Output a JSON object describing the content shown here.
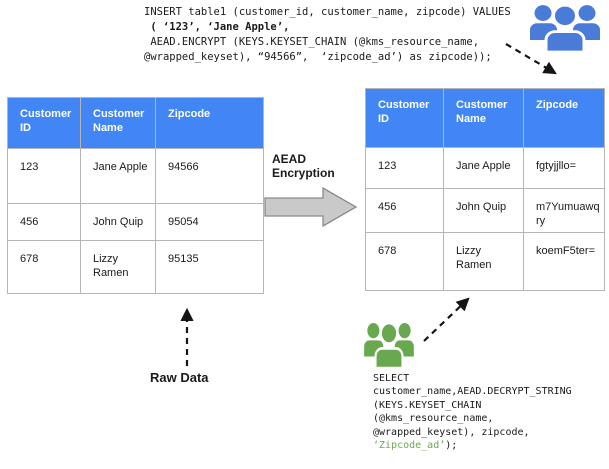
{
  "insert_query": {
    "lines": [
      "INSERT table1 (customer_id, customer_name, zipcode) VALUES",
      " ( ‘123’, ‘Jane Apple’,",
      " AEAD.ENCRYPT (KEYS.KEYSET_CHAIN (@kms_resource_name,",
      "@wrapped_keyset), “94566”,  ‘zipcode_ad’) as zipcode));"
    ]
  },
  "raw_table": {
    "headers": [
      "Customer ID",
      "Customer Name",
      "Zipcode"
    ],
    "rows": [
      [
        "123",
        "Jane Apple",
        "94566"
      ],
      [
        "456",
        "John Quip",
        "95054"
      ],
      [
        "678",
        "Lizzy Ramen",
        "95135"
      ]
    ]
  },
  "encrypted_table": {
    "headers": [
      "Customer ID",
      "Customer Name",
      "Zipcode"
    ],
    "rows": [
      [
        "123",
        "Jane Apple",
        "fgtyjjllo="
      ],
      [
        "456",
        "John Quip",
        "m7Yumuawqry"
      ],
      [
        "678",
        "Lizzy Ramen",
        "koemF5ter="
      ]
    ]
  },
  "transform_label": {
    "line1": "AEAD",
    "line2": "Encryption"
  },
  "raw_data_label": "Raw Data",
  "select_query": {
    "lines": [
      "SELECT",
      "customer_name,AEAD.DECRYPT_STRING",
      "(KEYS.KEYSET_CHAIN",
      "(@kms_resource_name,",
      "@wrapped_keyset), zipcode,"
    ],
    "highlighted": "‘Zipcode_ad’",
    "suffix": ");"
  },
  "icons": {
    "top_right": "users-group-icon (blue)",
    "bottom_middle": "users-group-icon (green)"
  },
  "colors": {
    "table_header_blue": "#4285f4",
    "users_icon_blue": "#4b7bd9",
    "users_icon_green": "#6aa84f",
    "highlight_green": "#6aa84f",
    "block_arrow_gray": "#c9c9c9",
    "table_border_gray": "#b5b5b5"
  }
}
